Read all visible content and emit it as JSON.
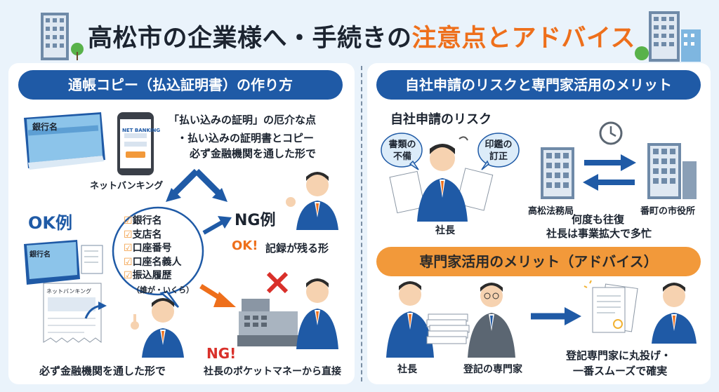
{
  "title": {
    "part1": "高松市の企業様へ・手続きの",
    "part2": "注意点とアドバイス"
  },
  "left": {
    "header": "通帳コピー（払込証明書）の作り方",
    "passbook_label": "銀行名",
    "phone_screen": "NET BANKING",
    "netbanking_caption": "ネットバンキング",
    "note_title": "「払い込みの証明」の厄介な点",
    "note_body1": "・払い込みの証明書とコピー",
    "note_body2": "必ず金融機関を通した形で",
    "ok_label": "OK例",
    "checklist": [
      "銀行名",
      "支店名",
      "口座番号",
      "口座名義人",
      "振込履歴"
    ],
    "checklist_sub": "（誰が・いくら）",
    "ng_label": "NG例",
    "ok_badge": "OK!",
    "ok_caption": "記録が残る形",
    "receipt_label": "ネットバンキング",
    "bottom_caption": "必ず金融機関を通した形で",
    "ng_badge": "NG!",
    "ng_caption": "社長のポケットマネーから直接"
  },
  "right": {
    "header": "自社申請のリスクと専門家活用のメリット",
    "risk_title": "自社申請のリスク",
    "bubble1": [
      "書類の",
      "不備"
    ],
    "bubble2": [
      "印鑑の",
      "訂正"
    ],
    "president1": "社長",
    "office_left": "高松法務局",
    "office_right": "番町の市役所",
    "trip_text1": "何度も往復",
    "trip_text2": "社長は事業拡大で多忙",
    "merit_header": "専門家活用のメリット（アドバイス）",
    "president2": "社長",
    "expert": "登記の専門家",
    "merit_text1": "登記専門家に丸投げ・",
    "merit_text2": "一番スムーズで確実"
  },
  "colors": {
    "brand_blue": "#1f5aa6",
    "accent_orange": "#ee6f1b",
    "ng_red": "#d9302a",
    "check_orange": "#f2993a"
  }
}
